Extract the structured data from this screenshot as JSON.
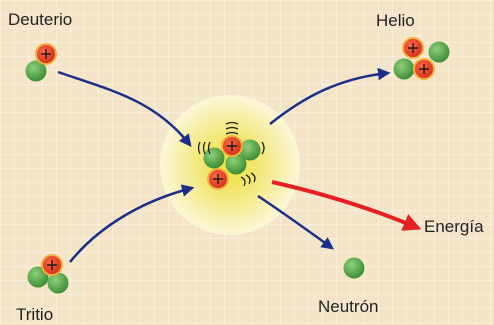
{
  "labels": {
    "deuterium": "Deuterio",
    "tritium": "Tritio",
    "helium": "Helio",
    "neutron": "Neutrón",
    "energy": "Energía"
  },
  "symbols": {
    "proton": "+"
  },
  "colors": {
    "background": "#f4e5c8",
    "proton": "#e8452a",
    "proton_ring": "#f2b13a",
    "neutron": "#5aa646",
    "arrow": "#1b2f8a",
    "energy_arrow": "#e51f23",
    "glow": "#f3e64a"
  },
  "icons": {
    "proton": "red-circle-plus",
    "neutron": "green-circle",
    "reaction": "yellow-glow",
    "vibration": "curved-lines"
  }
}
